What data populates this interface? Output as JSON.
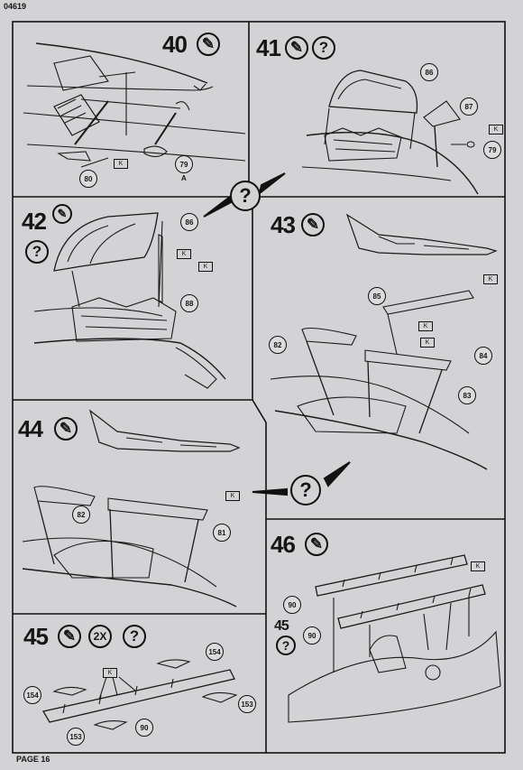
{
  "header": {
    "code": "04619"
  },
  "footer": {
    "page_label": "PAGE 16"
  },
  "steps": {
    "s40": {
      "number": "40"
    },
    "s41": {
      "number": "41"
    },
    "s42": {
      "number": "42"
    },
    "s43": {
      "number": "43"
    },
    "s44": {
      "number": "44"
    },
    "s45": {
      "number": "45",
      "multiplier": "2X"
    },
    "s46": {
      "number": "46",
      "ref": "45"
    }
  },
  "symbols": {
    "question": "?",
    "glue": "glue-icon"
  },
  "parts": {
    "p80": "80",
    "p79": "79",
    "p79_sub": "A",
    "p86a": "86",
    "p87": "87",
    "p79b": "79",
    "p86b": "86",
    "p88": "88",
    "p85": "85",
    "p82a": "82",
    "p84": "84",
    "p83": "83",
    "p82b": "82",
    "p81": "81",
    "p154a": "154",
    "p154b": "154",
    "p153a": "153",
    "p153b": "153",
    "p90a": "90",
    "p90b": "90",
    "p90c": "90"
  },
  "colors": {
    "paper": "#d3d3d6",
    "ink": "#161616"
  }
}
